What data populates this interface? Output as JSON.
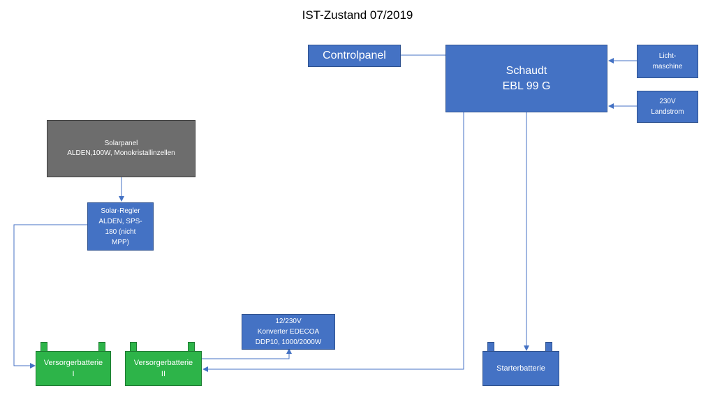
{
  "title": "IST-Zustand 07/2019",
  "nodes": {
    "controlpanel": "Controlpanel",
    "schaudt": "Schaudt\nEBL 99 G",
    "lichtmaschine": "Licht-\nmaschine",
    "landstrom": "230V\nLandstrom",
    "solarpanel": "Solarpanel\nALDEN,100W, Monokristallinzellen",
    "solar_regler": "Solar-Regler\nALDEN, SPS-\n180 (nicht\nMPP)",
    "konverter": "12/230V\nKonverter EDECOA\nDDP10, 1000/2000W",
    "versorger1": "Versorgerbatterie\nI",
    "versorger2": "Versorgerbatterie\nII",
    "starter": "Starterbatterie"
  },
  "colors": {
    "box_blue": "#4472c4",
    "box_gray": "#6d6d6d",
    "battery_green": "#2db449",
    "wire": "#4472c4"
  }
}
